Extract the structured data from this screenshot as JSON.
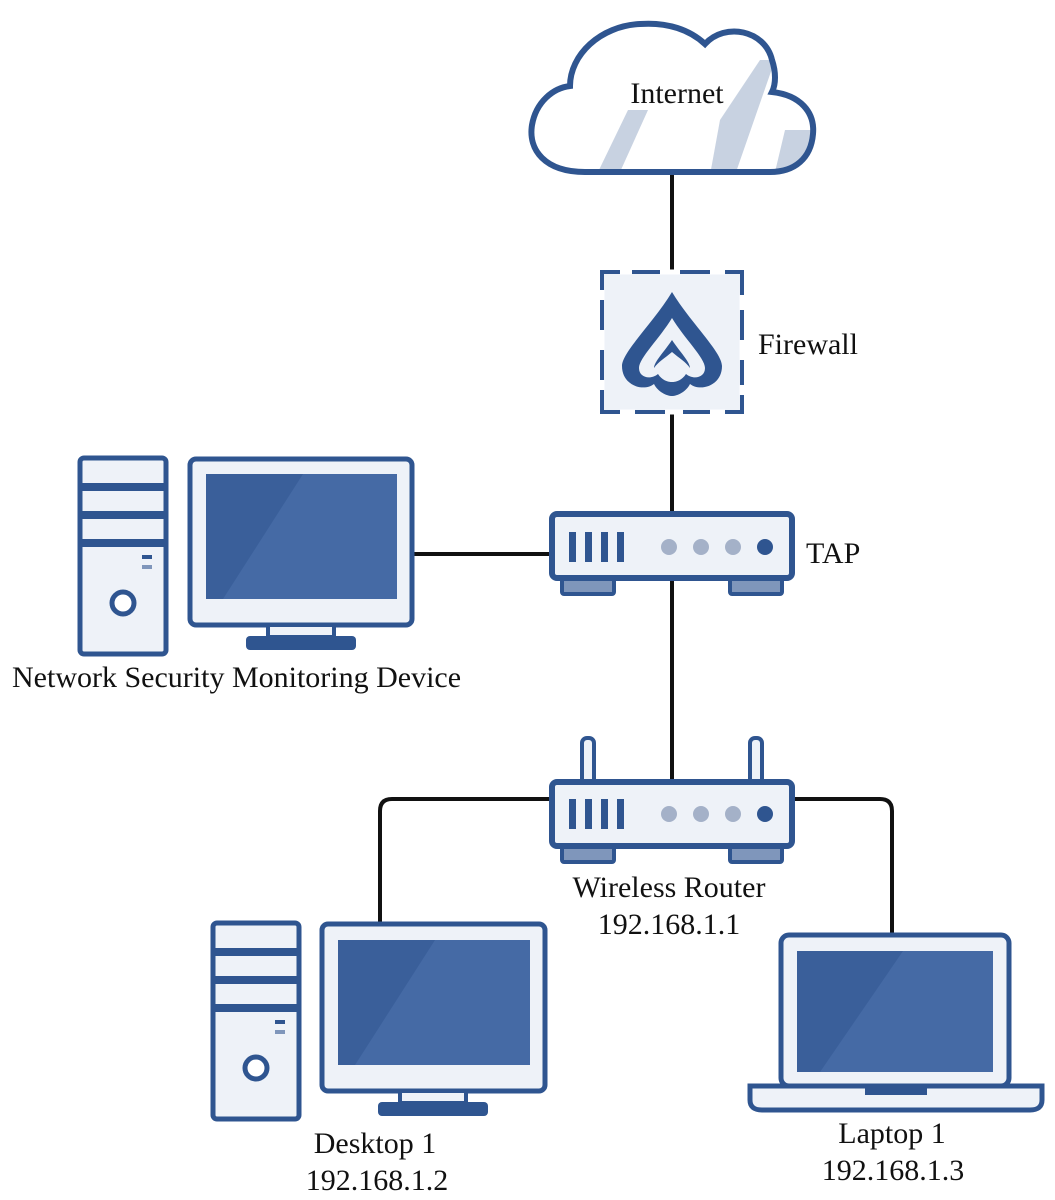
{
  "colors": {
    "stroke": "#2f5590",
    "screen": "#3a5f9a",
    "screen_shine": "#456aa5",
    "panel": "#eef2f8",
    "leds": [
      "#a4b1c8",
      "#a4b1c8",
      "#a4b1c8",
      "#2f5590"
    ],
    "cloud_stripes": "#c8d2e1",
    "link": "#111111"
  },
  "icons": {
    "internet": "cloud-icon",
    "firewall": "firewall-flame-icon",
    "tap": "network-tap-icon",
    "router": "wireless-router-icon",
    "desktop": "desktop-computer-icon",
    "laptop": "laptop-icon"
  },
  "nodes": {
    "internet": {
      "label": "Internet"
    },
    "firewall": {
      "label": "Firewall"
    },
    "tap": {
      "label": "TAP"
    },
    "nsm": {
      "label": "Network Security Monitoring Device"
    },
    "router": {
      "label": "Wireless Router",
      "ip": "192.168.1.1"
    },
    "desktop1": {
      "label": "Desktop 1",
      "ip": "192.168.1.2"
    },
    "laptop1": {
      "label": "Laptop 1",
      "ip": "192.168.1.3"
    }
  },
  "links": [
    [
      "internet",
      "firewall"
    ],
    [
      "firewall",
      "tap"
    ],
    [
      "tap",
      "nsm"
    ],
    [
      "tap",
      "router"
    ],
    [
      "router",
      "desktop1"
    ],
    [
      "router",
      "laptop1"
    ]
  ]
}
